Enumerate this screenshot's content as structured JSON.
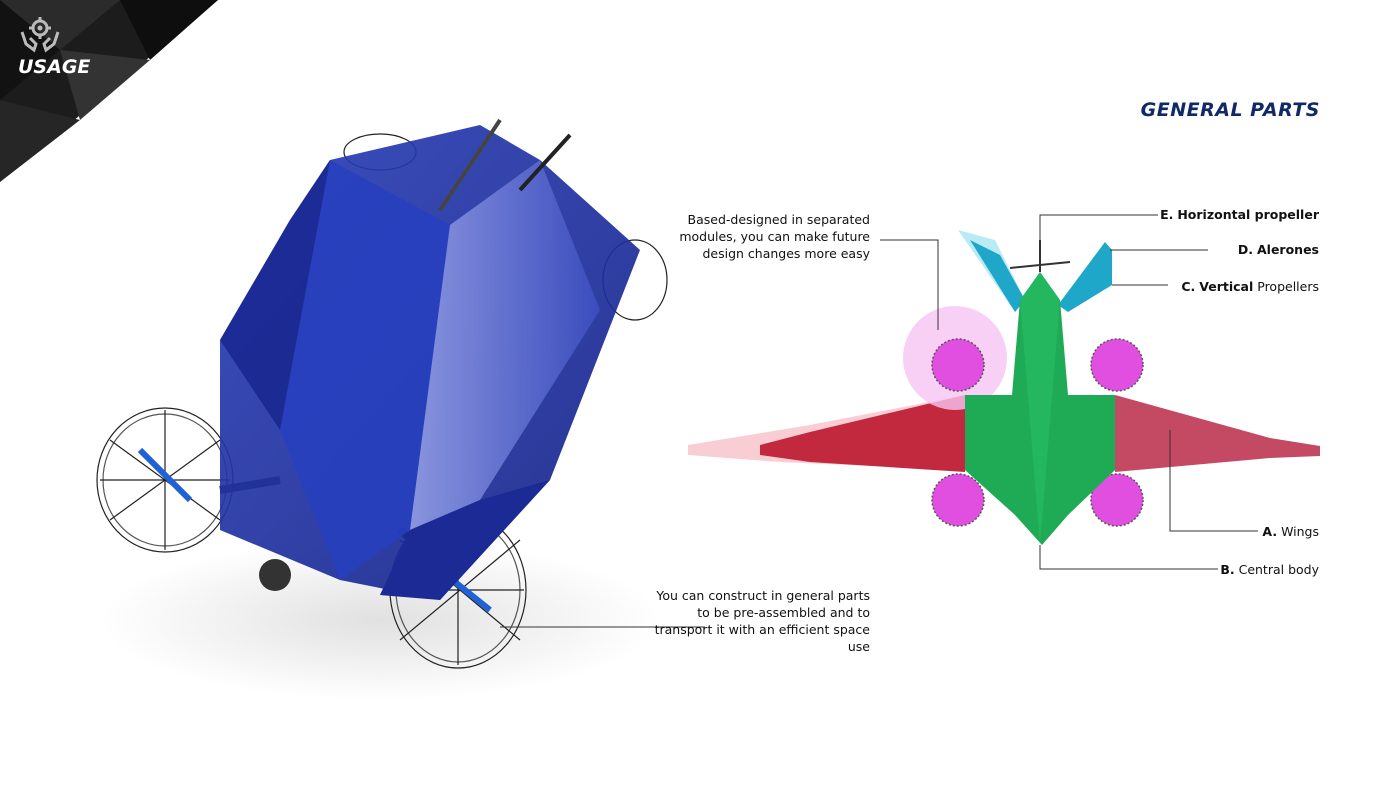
{
  "header": {
    "badge_label": "USAGE",
    "badge_icon": "gear-hands-icon",
    "title": "GENERAL PARTS"
  },
  "annotations": {
    "modules_note": "Based-designed in separated modules, you can make future design changes more easy",
    "construct_note": "You can construct in general parts to be pre-assembled and to transport it with an efficient space use"
  },
  "parts": [
    {
      "letter": "E.",
      "name": "Horizontal propeller"
    },
    {
      "letter": "D.",
      "name": "Alerones"
    },
    {
      "letter": "C.",
      "name": "Vertical",
      "name_rest": "Propellers"
    },
    {
      "letter": "A.",
      "name": "Wings"
    },
    {
      "letter": "B.",
      "name": "Central body"
    }
  ],
  "colors": {
    "title": "#0f2a66",
    "body": "#1faa55",
    "wings": "#c2283e",
    "alerones": "#1fa7c9",
    "propellers": "#e04fe0",
    "vehicle": "#1d2f9c"
  }
}
